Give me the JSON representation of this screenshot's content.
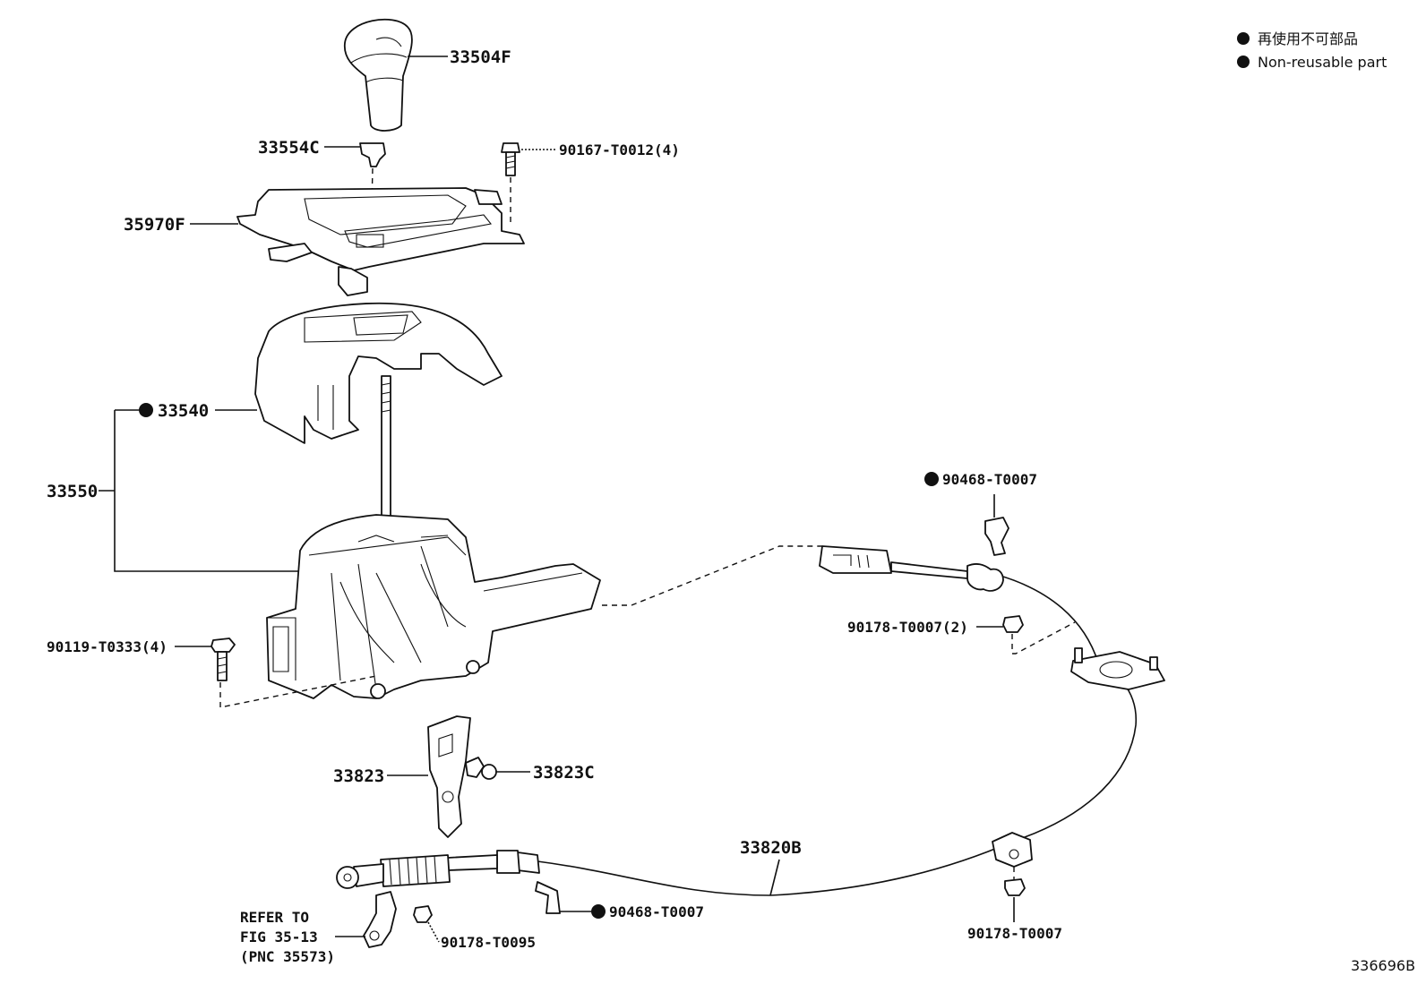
{
  "legend": {
    "jp": "再使用不可部品",
    "en": "Non-reusable part"
  },
  "labels": {
    "knob": "33504F",
    "clip": "33554C",
    "screw": "90167-T0012(4)",
    "bezel": "35970F",
    "cover": "33540",
    "shifter_assy": "33550",
    "bolt": "90119-T0333(4)",
    "bracket": "33823",
    "bracket_bolt": "33823C",
    "retainer_top": "90468-T0007",
    "nut_pair": "90178-T0007(2)",
    "cable": "33820B",
    "nut_bottom": "90178-T0007",
    "retainer_bottom": "90468-T0007",
    "nut_small": "90178-T0095"
  },
  "refer": {
    "line1": "REFER TO",
    "line2": "FIG 35-13",
    "line3": "(PNC 35573)"
  },
  "illustration_id": "336696B"
}
